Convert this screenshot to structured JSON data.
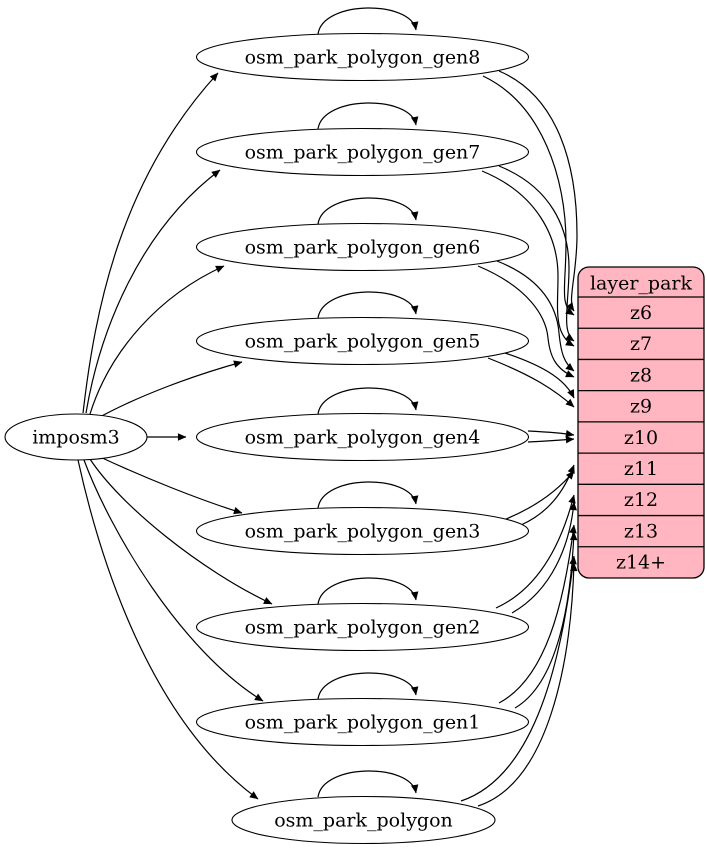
{
  "diagram": {
    "background": "#ffffff",
    "stroke_color": "#000000",
    "node_fill": "#ffffff",
    "source": {
      "label": "imposm3"
    },
    "tables": [
      {
        "label": "osm_park_polygon_gen8"
      },
      {
        "label": "osm_park_polygon_gen7"
      },
      {
        "label": "osm_park_polygon_gen6"
      },
      {
        "label": "osm_park_polygon_gen5"
      },
      {
        "label": "osm_park_polygon_gen4"
      },
      {
        "label": "osm_park_polygon_gen3"
      },
      {
        "label": "osm_park_polygon_gen2"
      },
      {
        "label": "osm_park_polygon_gen1"
      },
      {
        "label": "osm_park_polygon"
      }
    ],
    "layer": {
      "title": "layer_park",
      "fill": "#ffb6c1",
      "rows": [
        "z6",
        "z7",
        "z8",
        "z9",
        "z10",
        "z11",
        "z12",
        "z13",
        "z14+"
      ]
    },
    "edges": {
      "from_source": [
        "osm_park_polygon_gen8",
        "osm_park_polygon_gen7",
        "osm_park_polygon_gen6",
        "osm_park_polygon_gen5",
        "osm_park_polygon_gen4",
        "osm_park_polygon_gen3",
        "osm_park_polygon_gen2",
        "osm_park_polygon_gen1",
        "osm_park_polygon"
      ],
      "self_loops": [
        "osm_park_polygon_gen8",
        "osm_park_polygon_gen7",
        "osm_park_polygon_gen6",
        "osm_park_polygon_gen5",
        "osm_park_polygon_gen4",
        "osm_park_polygon_gen3",
        "osm_park_polygon_gen2",
        "osm_park_polygon_gen1",
        "osm_park_polygon"
      ],
      "to_layer": [
        {
          "from": "osm_park_polygon_gen8",
          "to": "z6",
          "double_edge": true
        },
        {
          "from": "osm_park_polygon_gen7",
          "to": "z7",
          "double_edge": true
        },
        {
          "from": "osm_park_polygon_gen6",
          "to": "z8",
          "double_edge": true
        },
        {
          "from": "osm_park_polygon_gen5",
          "to": "z9",
          "double_edge": true
        },
        {
          "from": "osm_park_polygon_gen4",
          "to": "z10",
          "double_edge": true
        },
        {
          "from": "osm_park_polygon_gen3",
          "to": "z11",
          "double_edge": true
        },
        {
          "from": "osm_park_polygon_gen2",
          "to": "z12",
          "double_edge": true
        },
        {
          "from": "osm_park_polygon_gen1",
          "to": "z13",
          "double_edge": true
        },
        {
          "from": "osm_park_polygon",
          "to": "z14+",
          "double_edge": true
        }
      ]
    }
  }
}
